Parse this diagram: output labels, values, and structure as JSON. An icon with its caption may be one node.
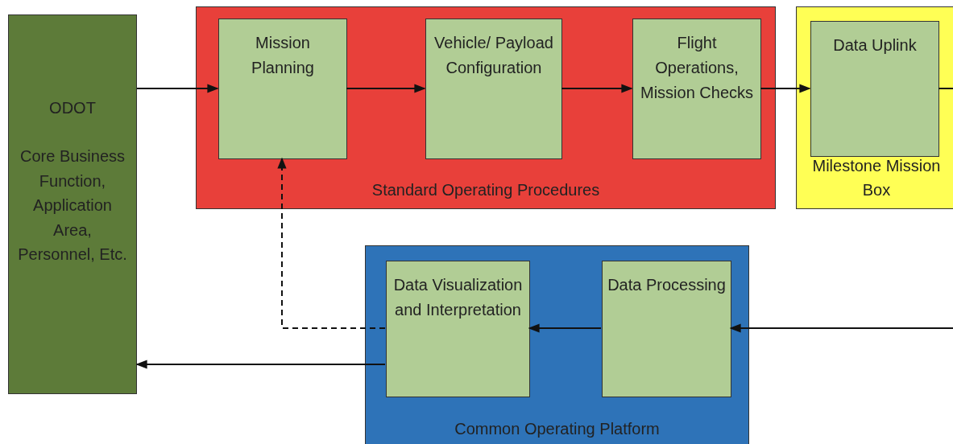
{
  "diagram": {
    "nodes": [
      {
        "text": [
          "ODOT",
          "Core Business Function, Application Area, Personnel, Etc."
        ]
      },
      {
        "text": [
          "Standard Operating Procedures"
        ]
      },
      {
        "text": [
          "Mission Planning"
        ],
        "in": 1
      },
      {
        "text": [
          "Vehicle/ Payload Configuration"
        ],
        "in": 1
      },
      {
        "text": [
          "Flight Operations, Mission Checks"
        ],
        "in": 1
      },
      {
        "text": [
          "Milestone Mission Box"
        ]
      },
      {
        "text": [
          "Data Uplink"
        ],
        "in": 5
      },
      {
        "text": [
          "Common Operating Platform"
        ]
      },
      {
        "text": [
          "Data Visualization and Interpretation"
        ],
        "in": 7
      },
      {
        "text": [
          "Data Processing"
        ],
        "in": 7
      }
    ],
    "edges": [
      {
        "from": 0,
        "to": 2,
        "arrow": "to"
      },
      {
        "from": 2,
        "to": 3,
        "arrow": "to"
      },
      {
        "from": 3,
        "to": 4,
        "arrow": "to"
      },
      {
        "from": 4,
        "to": 6,
        "arrow": "to"
      },
      {
        "from": 6,
        "to": null,
        "arrow": "none"
      },
      {
        "from": null,
        "to": 9,
        "arrow": "to"
      },
      {
        "from": 9,
        "to": 8,
        "arrow": "to"
      },
      {
        "from": 8,
        "to": 2,
        "arrow": "to",
        "style": "dashed"
      },
      {
        "from": 8,
        "to": 0,
        "arrow": "to"
      }
    ]
  }
}
